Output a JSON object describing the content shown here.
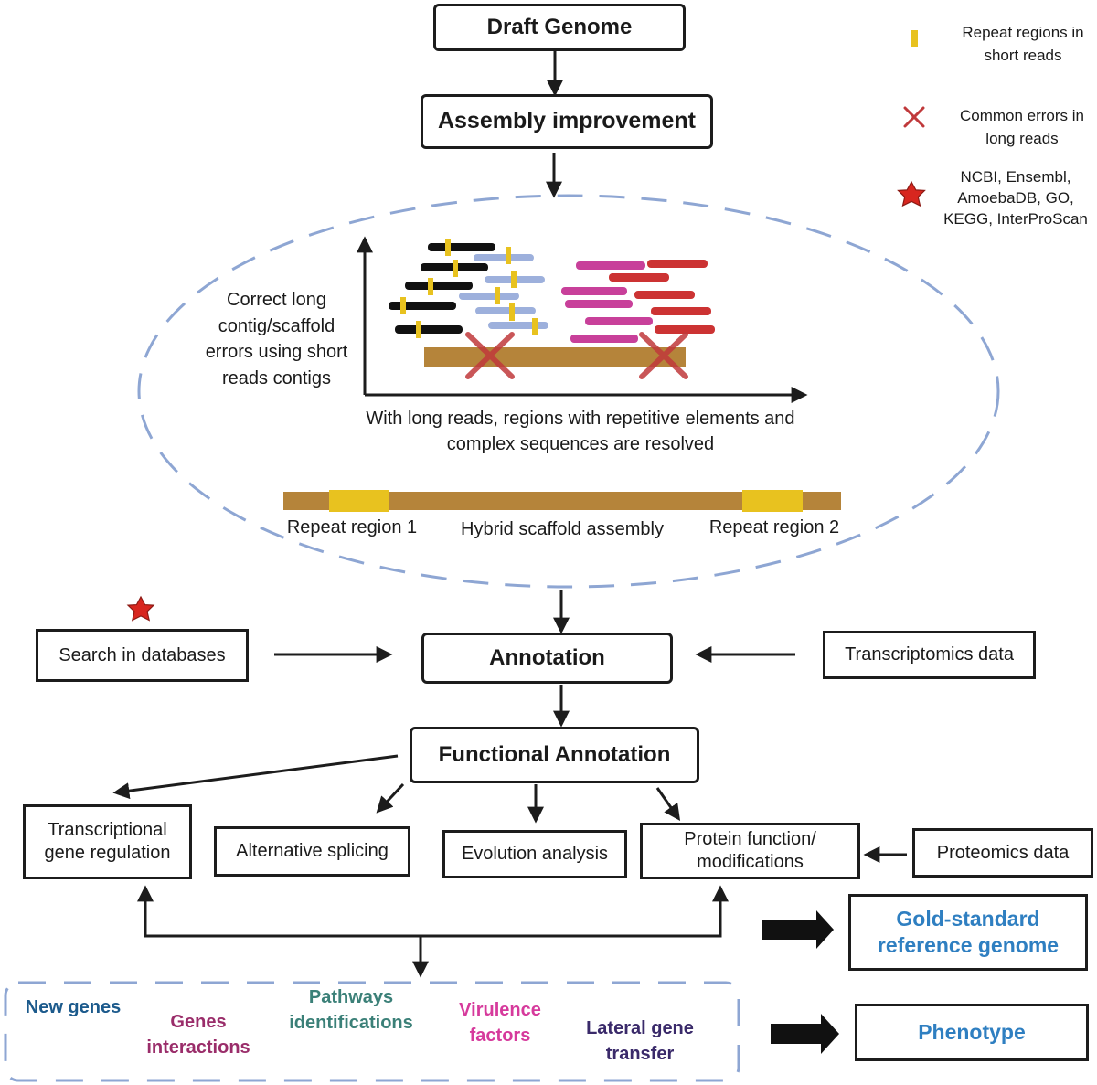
{
  "nodes": {
    "draft_genome": "Draft Genome",
    "assembly_improvement": "Assembly improvement",
    "annotation": "Annotation",
    "functional_annotation": "Functional Annotation",
    "search_databases": "Search in databases",
    "transcriptomics": "Transcriptomics data",
    "proteomics": "Proteomics data",
    "transcriptional_regulation": [
      "Transcriptional",
      "gene regulation"
    ],
    "alternative_splicing": "Alternative splicing",
    "evolution_analysis": "Evolution analysis",
    "protein_function": [
      "Protein function/",
      "modifications"
    ],
    "gold_standard": [
      "Gold-standard",
      "reference genome"
    ],
    "phenotype": "Phenotype"
  },
  "assembly": {
    "correct_text": [
      "Correct long",
      "contig/scaffold",
      "errors using short",
      "reads contigs"
    ],
    "long_reads_text": [
      "With long reads, regions with repetitive elements and",
      "complex sequences are resolved"
    ],
    "repeat_region_1": "Repeat region 1",
    "hybrid_scaffold": "Hybrid scaffold assembly",
    "repeat_region_2": "Repeat region 2"
  },
  "legend": {
    "repeat": [
      "Repeat regions in",
      "short reads"
    ],
    "errors": [
      "Common errors in",
      "long reads"
    ],
    "databases": [
      "NCBI, Ensembl,",
      "AmoebaDB, GO,",
      "KEGG, InterProScan"
    ]
  },
  "outcomes": {
    "new_genes": "New genes",
    "genes_interactions": [
      "Genes",
      "interactions"
    ],
    "pathways": [
      "Pathways",
      "identifications"
    ],
    "virulence": [
      "Virulence",
      "factors"
    ],
    "lateral_transfer": [
      "Lateral gene",
      "transfer"
    ]
  },
  "colors": {
    "repeat_yellow": "#e8c21f",
    "error_red": "#c0393b",
    "scaffold_brown": "#b5843a",
    "short_read_black": "#111111",
    "short_read_blue": "#9db0dc",
    "long_read_magenta": "#c8409a",
    "long_read_red": "#cc3333",
    "dashed_outline": "#8ea6d3",
    "star_red": "#d8261f",
    "output_blue": "#2f7fc1",
    "new_genes": "#1c5a8c",
    "genes_interactions": "#9a2d6a",
    "pathways": "#3b8078",
    "virulence": "#d63a9c",
    "lateral_transfer": "#3a2a6a"
  }
}
